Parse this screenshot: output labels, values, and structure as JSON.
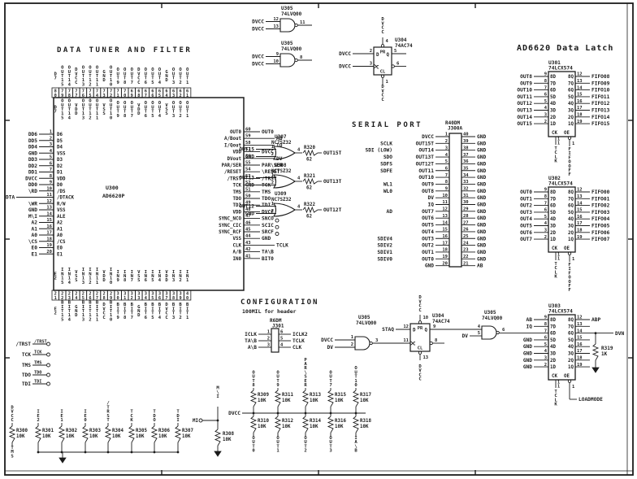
{
  "titles": {
    "tuner": "DATA TUNER AND FILTER",
    "serial": "SERIAL PORT",
    "latch": "AD6620 Data Latch",
    "config": "CONFIGURATION",
    "config_sub": "100MIL for header"
  },
  "u300": {
    "ref": "U300",
    "part": "AD6620P",
    "dta": "DTA",
    "left": [
      {
        "n": 1,
        "net": "DD6",
        "fn": "D6"
      },
      {
        "n": 2,
        "net": "DD5",
        "fn": "D5"
      },
      {
        "n": 3,
        "net": "DD4",
        "fn": "D4"
      },
      {
        "n": 4,
        "net": "GND",
        "fn": "VSS"
      },
      {
        "n": 5,
        "net": "DD3",
        "fn": "D3"
      },
      {
        "n": 6,
        "net": "DD2",
        "fn": "D2"
      },
      {
        "n": 7,
        "net": "DD1",
        "fn": "D1"
      },
      {
        "n": 8,
        "net": "DVCC",
        "fn": "VDD"
      },
      {
        "n": 9,
        "net": "DD0",
        "fn": "D0"
      },
      {
        "n": 10,
        "net": "\\RD",
        "fn": "/DS"
      },
      {
        "n": 11,
        "net": "",
        "fn": "/DTACK"
      },
      {
        "n": 12,
        "net": "\\WR",
        "fn": "R/W"
      },
      {
        "n": 13,
        "net": "GND",
        "fn": "VSS"
      },
      {
        "n": 14,
        "net": "M\\I",
        "fn": "ALE"
      },
      {
        "n": 15,
        "net": "A2",
        "fn": "A2"
      },
      {
        "n": 16,
        "net": "A1",
        "fn": "A1"
      },
      {
        "n": 17,
        "net": "A0",
        "fn": "A0"
      },
      {
        "n": 18,
        "net": "\\CS",
        "fn": "/CS"
      },
      {
        "n": 19,
        "net": "E0",
        "fn": "E0"
      },
      {
        "n": 20,
        "net": "E1",
        "fn": "E1"
      }
    ],
    "right": [
      {
        "n": 60,
        "fn": "OUT0",
        "net": "OUT0"
      },
      {
        "n": 59,
        "fn": "A/Bout",
        "net": "AB",
        "ext": true
      },
      {
        "n": 58,
        "fn": "I/Qout",
        "net": "IQ",
        "ext": true
      },
      {
        "n": 57,
        "fn": "VDD",
        "net": "DVCC"
      },
      {
        "n": 56,
        "fn": "DVout",
        "net": "DV",
        "ext": true
      },
      {
        "n": 55,
        "fn": "PAR/SER",
        "net": "PAR\\SER"
      },
      {
        "n": 54,
        "fn": "/RESET",
        "net": "\\RESET"
      },
      {
        "n": 53,
        "fn": "/TRST",
        "net": "/TRST"
      },
      {
        "n": 52,
        "fn": "TCK",
        "net": "TCK"
      },
      {
        "n": 51,
        "fn": "TMS",
        "net": "TMS"
      },
      {
        "n": 50,
        "fn": "TDO",
        "net": "TDO"
      },
      {
        "n": 49,
        "fn": "TDI",
        "net": "TDI"
      },
      {
        "n": 48,
        "fn": "VDD",
        "net": "DVCC"
      },
      {
        "n": 47,
        "fn": "SYNC_NCO",
        "net": "SNCO",
        "tp": true
      },
      {
        "n": 46,
        "fn": "SYNC_CIC",
        "net": "SCIC",
        "tp": true
      },
      {
        "n": 45,
        "fn": "SYNC_RCF",
        "net": "SRCF",
        "tp": true
      },
      {
        "n": 44,
        "fn": "VSS",
        "net": "GND"
      },
      {
        "n": 43,
        "fn": "CLK",
        "net": "TCLK",
        "ext": true
      },
      {
        "n": 42,
        "fn": "A/B",
        "net": "TA\\B"
      },
      {
        "n": 41,
        "fn": "IN0",
        "net": "BIT0"
      }
    ],
    "top": [
      {
        "n": 80,
        "net": "D7",
        "fn": "D7"
      },
      {
        "n": 79,
        "net": "OUT15",
        "fn": "OUT15"
      },
      {
        "n": 78,
        "net": "OUT14",
        "fn": "OUT14"
      },
      {
        "n": 77,
        "net": "DVCC",
        "fn": "VDD"
      },
      {
        "n": 76,
        "net": "OUT13",
        "fn": "OUT13"
      },
      {
        "n": 75,
        "net": "OUT12",
        "fn": "OUT12"
      },
      {
        "n": 74,
        "net": "OUT11",
        "fn": "OUT11"
      },
      {
        "n": 73,
        "net": "GND",
        "fn": "VSS"
      },
      {
        "n": 72,
        "net": "OUT10",
        "fn": "OUT10"
      },
      {
        "n": 71,
        "net": "OUT9",
        "fn": "OUT9"
      },
      {
        "n": 70,
        "net": "OUT8",
        "fn": "OUT8"
      },
      {
        "n": 69,
        "net": "OUT7",
        "fn": "OUT7"
      },
      {
        "n": 68,
        "net": "DVCC",
        "fn": "VDD"
      },
      {
        "n": 67,
        "net": "OUT6",
        "fn": "OUT6"
      },
      {
        "n": 66,
        "net": "OUT5",
        "fn": "OUT5"
      },
      {
        "n": 65,
        "net": "OUT4",
        "fn": "OUT4"
      },
      {
        "n": 64,
        "net": "GND",
        "fn": "VSS"
      },
      {
        "n": 63,
        "net": "OUT3",
        "fn": "OUT3"
      },
      {
        "n": 62,
        "net": "OUT2",
        "fn": "OUT2"
      },
      {
        "n": 61,
        "net": "OUT1",
        "fn": "OUT1"
      }
    ],
    "bottom": [
      {
        "n": 21,
        "fn": "E2",
        "net": "E2"
      },
      {
        "n": 22,
        "fn": "IN15",
        "net": "BIT15"
      },
      {
        "n": 23,
        "fn": "IN14",
        "net": "BIT14"
      },
      {
        "n": 24,
        "fn": "VSS",
        "net": "GND"
      },
      {
        "n": 25,
        "fn": "IN13",
        "net": "BIT13"
      },
      {
        "n": 26,
        "fn": "IN12",
        "net": "BIT12"
      },
      {
        "n": 27,
        "fn": "IN11",
        "net": "BIT11"
      },
      {
        "n": 28,
        "fn": "VDD",
        "net": "DVCC"
      },
      {
        "n": 29,
        "fn": "IN10",
        "net": "BIT10"
      },
      {
        "n": 30,
        "fn": "IN9",
        "net": "BIT9"
      },
      {
        "n": 31,
        "fn": "IN8",
        "net": "BIT8"
      },
      {
        "n": 32,
        "fn": "IN7",
        "net": "BIT7"
      },
      {
        "n": 33,
        "fn": "VSS",
        "net": "GND"
      },
      {
        "n": 34,
        "fn": "IN6",
        "net": "BIT6"
      },
      {
        "n": 35,
        "fn": "IN5",
        "net": "BIT5"
      },
      {
        "n": 36,
        "fn": "IN4",
        "net": "BIT4"
      },
      {
        "n": 37,
        "fn": "VDD",
        "net": "DVCC"
      },
      {
        "n": 38,
        "fn": "IN3",
        "net": "BIT3"
      },
      {
        "n": 39,
        "fn": "IN2",
        "net": "BIT2"
      },
      {
        "n": 40,
        "fn": "IN1",
        "net": "BIT1"
      }
    ]
  },
  "top_gates": [
    {
      "ref": "U305",
      "part": "74LVQ00",
      "a": "DVCC",
      "an": 12,
      "b": "DVCC",
      "bn": 13,
      "on": 11
    },
    {
      "ref": "U305",
      "part": "74LVQ00",
      "a": "DVCC",
      "an": 9,
      "b": "DVCC",
      "bn": 10,
      "on": 8
    }
  ],
  "ff1": {
    "ref": "U304",
    "part": "74AC74",
    "pr": "PR",
    "cl": "CL",
    "d": "D",
    "c": "C",
    "q": "Q",
    "d_net": "DVCC",
    "d_n": 2,
    "c_net": "DVCC",
    "c_n": 3,
    "pr_net": "DVCC",
    "pr_n": 4,
    "cl_net": "DVCC",
    "cl_n": 1,
    "q_n": 5,
    "qb_n": 6
  },
  "ff2": {
    "ref": "U304",
    "part": "74AC74",
    "pr": "PR",
    "cl": "CL",
    "d": "D",
    "c": "C",
    "q": "Q",
    "d_net": "STAQ",
    "d_n": 12,
    "c_n": 11,
    "pr_net": "DVCC",
    "pr_n": 10,
    "cl_net": "DVCC",
    "cl_n": 13,
    "q_n": 9,
    "qb_n": 8
  },
  "or_gates": [
    {
      "ref": "U307",
      "part": "NC7SZ32",
      "a": "OUT15",
      "an": 1,
      "b": "GND",
      "bn": 2,
      "on": 4,
      "res": "R320",
      "val": "62",
      "out": "OUT15T"
    },
    {
      "ref": "U308",
      "part": "NC7SZ32",
      "a": "OUT13",
      "an": 1,
      "b": "GND",
      "bn": 2,
      "on": 4,
      "res": "R321",
      "val": "62",
      "out": "OUT13T"
    },
    {
      "ref": "U309",
      "part": "NC7SZ32",
      "a": "OUT12",
      "an": 1,
      "b": "GND",
      "bn": 2,
      "on": 4,
      "res": "R322",
      "val": "62",
      "out": "OUT12T"
    }
  ],
  "bot_gate_l": {
    "ref": "U305",
    "part": "74LVQ00",
    "a": "DVCC",
    "an": 1,
    "b": "DV",
    "bn": 2,
    "on": 3
  },
  "bot_gate_r": {
    "ref": "U305",
    "part": "74LVQ00",
    "an": 4,
    "b": "DV",
    "bn": 5,
    "on": 6
  },
  "j300": {
    "ref": "J300A",
    "part": "R40DM",
    "left": [
      {
        "n": 1,
        "net": "DVCC",
        "ext": ""
      },
      {
        "n": 2,
        "net": "OUT15T",
        "ext": "SCLK"
      },
      {
        "n": 3,
        "net": "OUT14",
        "ext": "SDI (LOW)"
      },
      {
        "n": 4,
        "net": "OUT13T",
        "ext": "SDO"
      },
      {
        "n": 5,
        "net": "OUT12T",
        "ext": "SDFS"
      },
      {
        "n": 6,
        "net": "OUT11",
        "ext": "SDFE"
      },
      {
        "n": 7,
        "net": "OUT10",
        "ext": ""
      },
      {
        "n": 8,
        "net": "OUT9",
        "ext": "WL1"
      },
      {
        "n": 9,
        "net": "OUT8",
        "ext": "WL0"
      },
      {
        "n": 10,
        "net": "DV",
        "ext": ""
      },
      {
        "n": 11,
        "net": "IQ",
        "ext": ""
      },
      {
        "n": 12,
        "net": "OUT7",
        "ext": "AD"
      },
      {
        "n": 13,
        "net": "OUT6",
        "ext": ""
      },
      {
        "n": 14,
        "net": "OUT5",
        "ext": ""
      },
      {
        "n": 15,
        "net": "OUT4",
        "ext": ""
      },
      {
        "n": 16,
        "net": "OUT3",
        "ext": "SDIV4"
      },
      {
        "n": 17,
        "net": "OUT2",
        "ext": "SDIV2"
      },
      {
        "n": 18,
        "net": "OUT1",
        "ext": "SDIV1"
      },
      {
        "n": 19,
        "net": "OUT0",
        "ext": "SDIV0"
      },
      {
        "n": 20,
        "net": "GND",
        "ext": ""
      }
    ],
    "right": [
      {
        "n": 40,
        "net": "GND"
      },
      {
        "n": 39,
        "net": "GND"
      },
      {
        "n": 38,
        "net": "GND"
      },
      {
        "n": 37,
        "net": "GND"
      },
      {
        "n": 36,
        "net": "GND"
      },
      {
        "n": 35,
        "net": "GND"
      },
      {
        "n": 34,
        "net": "GND"
      },
      {
        "n": 33,
        "net": "GND"
      },
      {
        "n": 32,
        "net": "GND"
      },
      {
        "n": 31,
        "net": "GND"
      },
      {
        "n": 30,
        "net": "GND"
      },
      {
        "n": 29,
        "net": "GND"
      },
      {
        "n": 28,
        "net": "GND"
      },
      {
        "n": 27,
        "net": "GND"
      },
      {
        "n": 26,
        "net": "GND"
      },
      {
        "n": 25,
        "net": "GND"
      },
      {
        "n": 24,
        "net": "GND"
      },
      {
        "n": 23,
        "net": "GND"
      },
      {
        "n": 22,
        "net": "GND"
      },
      {
        "n": 21,
        "net": "AB"
      }
    ]
  },
  "u301": {
    "ref": "U301",
    "part": "74LCX574",
    "ck": "CK",
    "oe": "OE",
    "ck_n": "11",
    "oe_n": 1,
    "ck_net": "TCLK",
    "oe_net": "FIFOOFF",
    "left": [
      {
        "net": "OUT8",
        "n": 9,
        "fn": "8D"
      },
      {
        "net": "OUT9",
        "n": 8,
        "fn": "7D"
      },
      {
        "net": "OUT10",
        "n": 7,
        "fn": "6D"
      },
      {
        "net": "OUT11",
        "n": 6,
        "fn": "5D"
      },
      {
        "net": "OUT12",
        "n": 5,
        "fn": "4D"
      },
      {
        "net": "OUT13",
        "n": 4,
        "fn": "3D"
      },
      {
        "net": "OUT14",
        "n": 3,
        "fn": "2D"
      },
      {
        "net": "OUT15",
        "n": 2,
        "fn": "1D"
      }
    ],
    "right": [
      {
        "fn": "8Q",
        "n": 12,
        "net": "FIFO08"
      },
      {
        "fn": "7Q",
        "n": 13,
        "net": "FIFO09"
      },
      {
        "fn": "6Q",
        "n": 14,
        "net": "FIFO10"
      },
      {
        "fn": "5Q",
        "n": 15,
        "net": "FIFO11"
      },
      {
        "fn": "4Q",
        "n": 16,
        "net": "FIFO12"
      },
      {
        "fn": "3Q",
        "n": 17,
        "net": "FIFO13"
      },
      {
        "fn": "2Q",
        "n": 18,
        "net": "FIFO14"
      },
      {
        "fn": "1Q",
        "n": 19,
        "net": "FIFO15"
      }
    ]
  },
  "u302": {
    "ref": "U302",
    "part": "74LCX574",
    "ck": "CK",
    "oe": "OE",
    "ck_n": "11",
    "oe_n": 1,
    "ck_net": "TCLK",
    "oe_net": "FIFOOFF",
    "left": [
      {
        "net": "OUT0",
        "n": 9,
        "fn": "8D"
      },
      {
        "net": "OUT1",
        "n": 8,
        "fn": "7D"
      },
      {
        "net": "OUT2",
        "n": 7,
        "fn": "6D"
      },
      {
        "net": "OUT3",
        "n": 6,
        "fn": "5D"
      },
      {
        "net": "OUT4",
        "n": 5,
        "fn": "4D"
      },
      {
        "net": "OUT5",
        "n": 4,
        "fn": "3D"
      },
      {
        "net": "OUT6",
        "n": 3,
        "fn": "2D"
      },
      {
        "net": "OUT7",
        "n": 2,
        "fn": "1D"
      }
    ],
    "right": [
      {
        "fn": "8Q",
        "n": 12,
        "net": "FIFO00"
      },
      {
        "fn": "7Q",
        "n": 13,
        "net": "FIFO01"
      },
      {
        "fn": "6Q",
        "n": 14,
        "net": "FIFO02"
      },
      {
        "fn": "5Q",
        "n": 15,
        "net": "FIFO03"
      },
      {
        "fn": "4Q",
        "n": 16,
        "net": "FIFO04"
      },
      {
        "fn": "3Q",
        "n": 17,
        "net": "FIFO05"
      },
      {
        "fn": "2Q",
        "n": 18,
        "net": "FIFO06"
      },
      {
        "fn": "1Q",
        "n": 19,
        "net": "FIFO07"
      }
    ]
  },
  "u303": {
    "ref": "U303",
    "part": "74LCX574",
    "ck": "CK",
    "oe": "OE",
    "ck_n": "11",
    "oe_n": 1,
    "ck_net": "TCLK",
    "oe_net": "LOADMODE",
    "left": [
      {
        "net": "AB",
        "n": 9,
        "fn": "8D"
      },
      {
        "net": "IQ",
        "n": 8,
        "fn": "7D"
      },
      {
        "net": "",
        "n": 7,
        "fn": "6D"
      },
      {
        "net": "GND",
        "n": 6,
        "fn": "5D"
      },
      {
        "net": "GND",
        "n": 5,
        "fn": "4D"
      },
      {
        "net": "GND",
        "n": 4,
        "fn": "3D"
      },
      {
        "net": "GND",
        "n": 3,
        "fn": "2D"
      },
      {
        "net": "GND",
        "n": 2,
        "fn": "1D"
      }
    ],
    "right": [
      {
        "fn": "8Q",
        "n": 12,
        "net": "ABP"
      },
      {
        "fn": "7Q",
        "n": 13,
        "net": ""
      },
      {
        "fn": "6Q",
        "n": 14,
        "net": "DVN"
      },
      {
        "fn": "5Q",
        "n": 15,
        "net": ""
      },
      {
        "fn": "4Q",
        "n": 16,
        "net": ""
      },
      {
        "fn": "3Q",
        "n": 17,
        "net": ""
      },
      {
        "fn": "2Q",
        "n": 18,
        "net": ""
      },
      {
        "fn": "1Q",
        "n": 19,
        "net": ""
      }
    ],
    "r319": "R319",
    "r319_val": "1K"
  },
  "j301": {
    "ref": "J301",
    "part": "R6DM",
    "left": [
      {
        "n": 1,
        "net": "ICLK"
      },
      {
        "n": 2,
        "net": "TA\\B"
      },
      {
        "n": 3,
        "net": "A\\B"
      }
    ],
    "right": [
      {
        "n": 6,
        "net": "ICLK2"
      },
      {
        "n": 5,
        "net": "TCLK"
      },
      {
        "n": 4,
        "net": "CLK"
      }
    ]
  },
  "jtag_tps": [
    {
      "net": "/TRST"
    },
    {
      "net": "TCK"
    },
    {
      "net": "TMS"
    },
    {
      "net": "TDO"
    },
    {
      "net": "TDI"
    }
  ],
  "mi": {
    "net": "M\\I",
    "tp": "MI",
    "res": "R308",
    "val": "10K"
  },
  "pulldowns": {
    "cols": [
      {
        "top": "DVCC",
        "res": "R300",
        "val": "10K",
        "bot": "TMS"
      },
      {
        "top": "IE2",
        "res": "R301",
        "val": "10K"
      },
      {
        "top": "IE1",
        "res": "R302",
        "val": "10K"
      },
      {
        "top": "IE0",
        "res": "R303",
        "val": "10K"
      },
      {
        "top": "/TRST",
        "res": "R304",
        "val": "10K"
      },
      {
        "top": "TCK",
        "res": "R305",
        "val": "10K"
      },
      {
        "top": "TDO",
        "res": "R306",
        "val": "10K"
      },
      {
        "top": "TDI",
        "res": "R307",
        "val": "10K"
      }
    ]
  },
  "pullups": {
    "rail": "DVCC",
    "cols": [
      {
        "top": "OUT8",
        "rt": "R309",
        "rb": "R310",
        "bot": "OUT0",
        "val": "10K"
      },
      {
        "top": "OUT9",
        "rt": "R311",
        "rb": "R312",
        "bot": "OUT1",
        "val": "10K"
      },
      {
        "top": "PAR\\SER",
        "rt": "R313",
        "rb": "R314",
        "bot": "OUT2",
        "val": "10K"
      },
      {
        "top": "OUT7",
        "rt": "R315",
        "rb": "R316",
        "bot": "OUT3",
        "val": "10K"
      },
      {
        "top": "OUT10",
        "rt": "R317",
        "rb": "R318",
        "bot": "IA\\B",
        "val": "10K"
      }
    ]
  }
}
